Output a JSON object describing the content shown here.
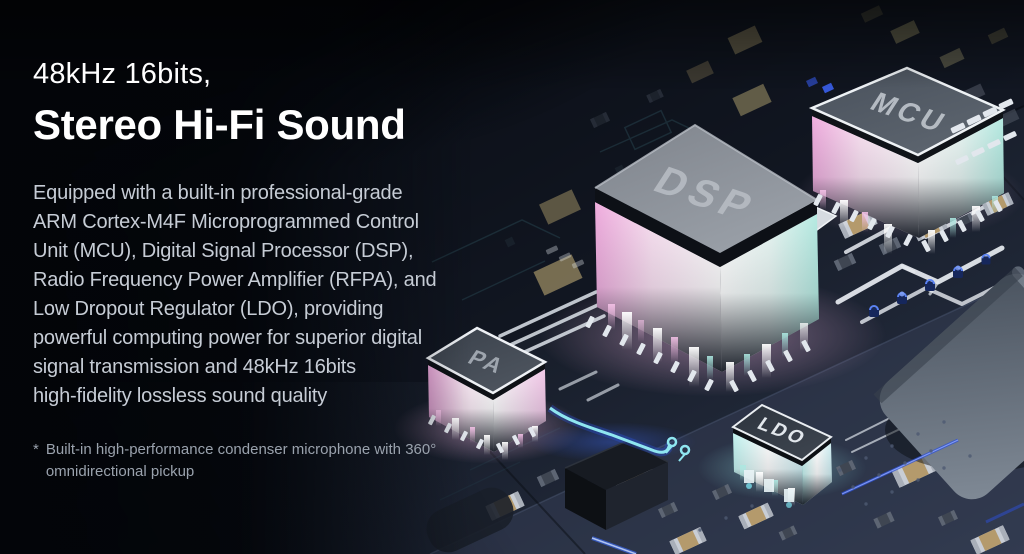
{
  "hero": {
    "heading": {
      "line1": "48kHz 16bits,",
      "line2": "Stereo Hi-Fi Sound"
    },
    "description_lines": [
      "Equipped with a built-in professional-grade",
      "ARM Cortex-M4F Microprogrammed Control",
      "Unit (MCU), Digital Signal Processor (DSP),",
      "Radio Frequency Power Amplifier (RFPA), and",
      "Low Dropout Regulator (LDO), providing",
      "powerful computing power for superior digital",
      "signal transmission and 48kHz 16bits",
      "high-fidelity lossless sound quality"
    ],
    "footnote": {
      "marker": "*",
      "lines": [
        "Built-in high-performance condenser microphone with 360°",
        "omnidirectional pickup"
      ]
    }
  },
  "chips": [
    {
      "id": "dsp",
      "label": "DSP"
    },
    {
      "id": "mcu",
      "label": "MCU"
    },
    {
      "id": "pa",
      "label": "PA"
    },
    {
      "id": "ldo",
      "label": "LDO"
    }
  ],
  "colors": {
    "background_dark": "#05070b",
    "board_blue": "#1d2433",
    "glow_pink": "#f0b0e0",
    "glow_white": "#ffffff",
    "glow_cyan": "#b4eae1",
    "trace_white": "#e7ebf1",
    "trace_cyan": "#8fe6f0",
    "accent_blue": "#3a5ee0",
    "text_primary": "#ffffff",
    "text_body": "#c6ccd5",
    "text_footnote": "#9aa2ad"
  }
}
